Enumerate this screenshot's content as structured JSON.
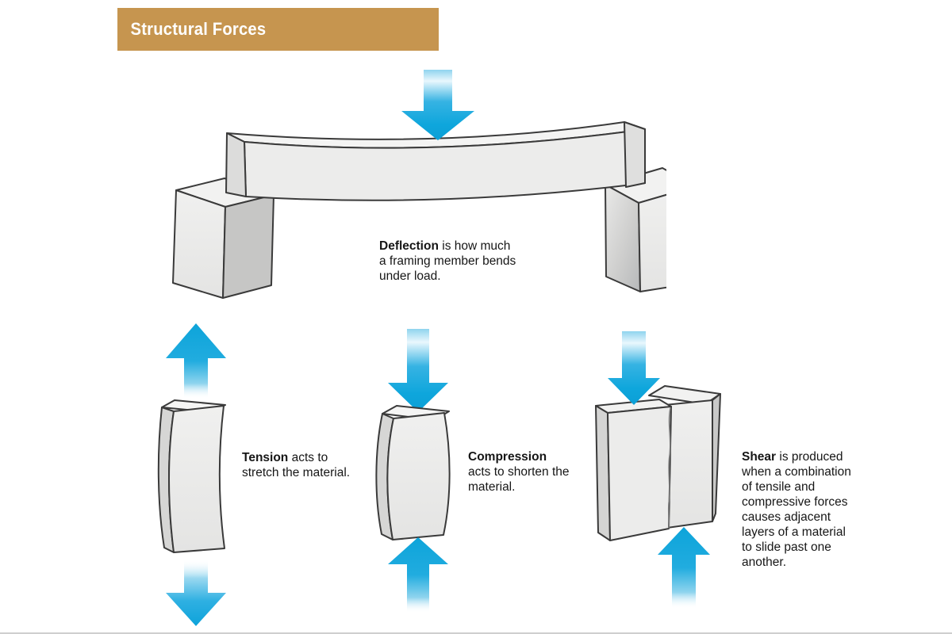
{
  "header": {
    "title": "Structural Forces"
  },
  "colors": {
    "banner_tan": "#C6954F",
    "arrow_cyan": "#0EA6DC",
    "arrow_light_cyan": "#8FD4EE",
    "outline_gray": "#3A3A3A",
    "block_fill": "#ECECEB",
    "text": "#161616"
  },
  "icons": {
    "load_arrow": "down-arrow-icon",
    "tension_top": "up-arrow-icon",
    "tension_bottom": "down-arrow-icon",
    "compression_top": "down-arrow-icon",
    "compression_bottom": "up-arrow-icon",
    "shear_top": "down-arrow-icon",
    "shear_bottom": "up-arrow-icon"
  },
  "captions": {
    "deflection": {
      "term": "Deflection",
      "rest": " is how much\na framing member bends\nunder load."
    },
    "tension": {
      "term": "Tension",
      "rest": " acts to\nstretch the material."
    },
    "compression": {
      "term": "Compression",
      "rest": "\nacts to shorten the\nmaterial."
    },
    "shear": {
      "term": "Shear",
      "rest": " is produced\nwhen a combination\nof tensile and\ncompressive forces\ncauses adjacent\nlayers of a material\nto slide past one\nanother."
    }
  }
}
